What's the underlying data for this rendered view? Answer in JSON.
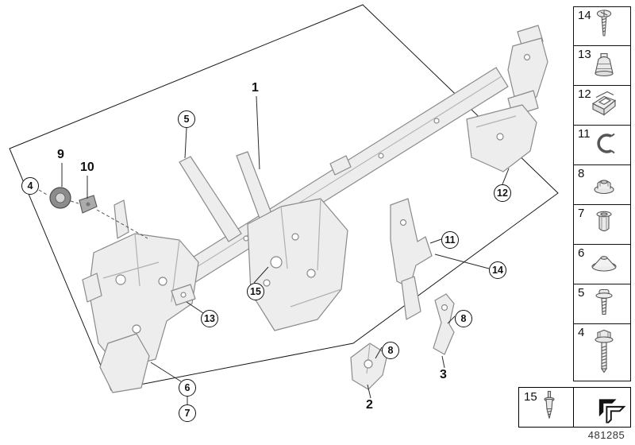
{
  "colors": {
    "frame_line": "#1a1a1a",
    "part_outline": "#8a8a8a",
    "part_fill": "#ededed",
    "callout_line": "#2a2a2a"
  },
  "footer": {
    "diagram_number": "481285"
  },
  "callouts": [
    {
      "label": "1",
      "style": "plain"
    },
    {
      "label": "9",
      "style": "plain"
    },
    {
      "label": "10",
      "style": "plain"
    },
    {
      "label": "4",
      "style": "circled"
    },
    {
      "label": "5",
      "style": "circled"
    },
    {
      "label": "12",
      "style": "circled"
    },
    {
      "label": "11",
      "style": "circled"
    },
    {
      "label": "14",
      "style": "circled"
    },
    {
      "label": "8",
      "style": "circled"
    },
    {
      "label": "8",
      "style": "circled"
    },
    {
      "label": "15",
      "style": "circled"
    },
    {
      "label": "13",
      "style": "circled"
    },
    {
      "label": "6",
      "style": "circled"
    },
    {
      "label": "7",
      "style": "circled"
    },
    {
      "label": "3",
      "style": "plain"
    },
    {
      "label": "2",
      "style": "plain"
    }
  ],
  "sidebar": {
    "items": [
      {
        "label": "14",
        "icon": "tapping-screw-icon"
      },
      {
        "label": "13",
        "icon": "plastic-nut-icon"
      },
      {
        "label": "12",
        "icon": "cage-nut-icon"
      },
      {
        "label": "11",
        "icon": "spring-clip-icon"
      },
      {
        "label": "8",
        "icon": "flange-nut-icon"
      },
      {
        "label": "7",
        "icon": "expansion-rivet-icon"
      },
      {
        "label": "6",
        "icon": "cone-washer-icon"
      },
      {
        "label": "5",
        "icon": "washer-screw-icon"
      },
      {
        "label": "4",
        "icon": "hex-bolt-icon"
      }
    ],
    "bottom_item": {
      "label": "15",
      "icon": "pin-screw-icon"
    }
  }
}
